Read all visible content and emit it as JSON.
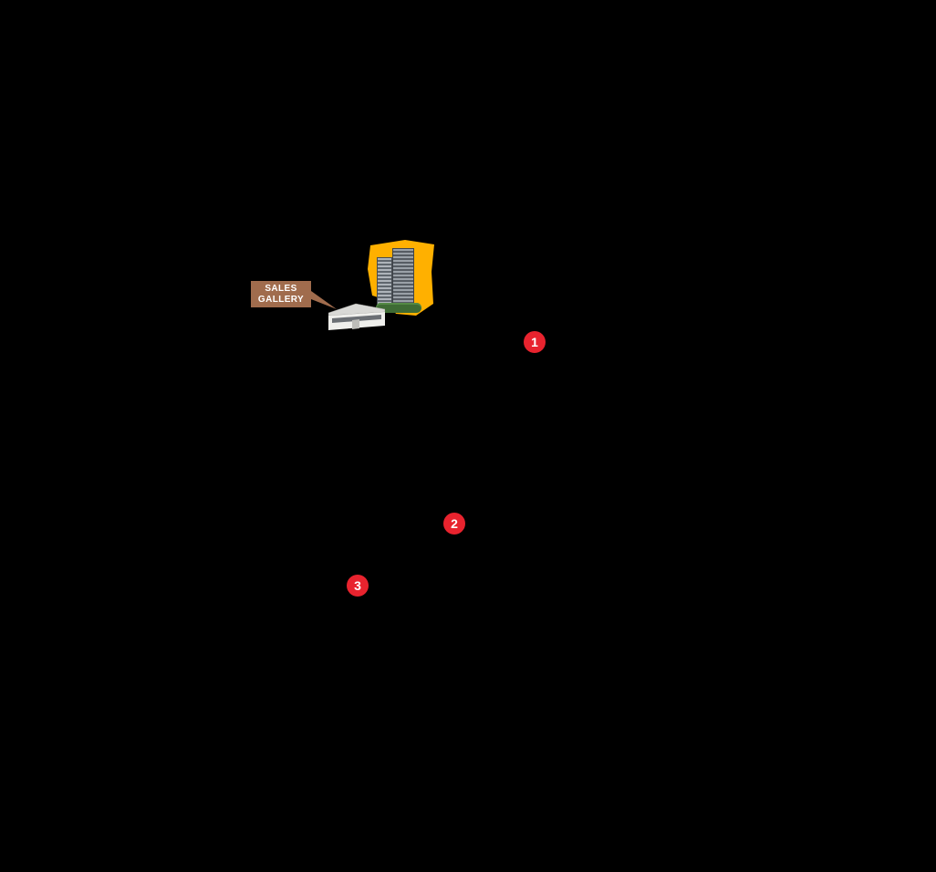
{
  "page": {
    "type": "location-map",
    "background_color": "#000000"
  },
  "site": {
    "highlight_color": "#FFB000"
  },
  "sales_gallery": {
    "line1": "SALES",
    "line2": "GALLERY",
    "label_color": "#A06C4D",
    "text_color": "#FFFFFF"
  },
  "markers": {
    "color": "#E8232E",
    "items": [
      {
        "number": "1"
      },
      {
        "number": "2"
      },
      {
        "number": "3"
      }
    ]
  }
}
